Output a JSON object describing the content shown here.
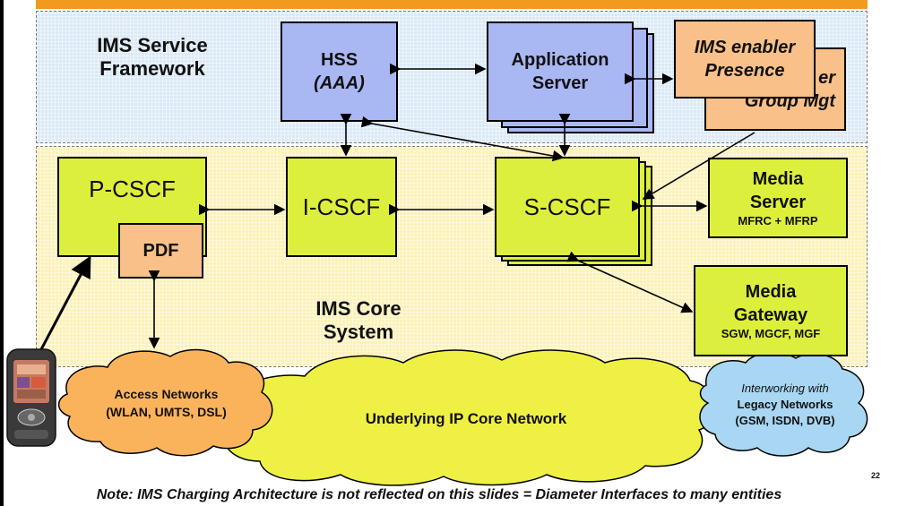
{
  "zones": {
    "service": {
      "label_line1": "IMS Service",
      "label_line2": "Framework"
    },
    "core": {
      "label_line1": "IMS Core",
      "label_line2": "System"
    }
  },
  "nodes": {
    "hss": {
      "line1": "HSS",
      "line2": "(AAA)"
    },
    "app_server": {
      "line1": "Application",
      "line2": "Server"
    },
    "ims_enabler_front": {
      "line1": "IMS enabler",
      "line2": "Presence"
    },
    "ims_enabler_back": {
      "line1": "er",
      "line2": "Group Mgt"
    },
    "pcscf": {
      "label": "P-CSCF"
    },
    "pdf": {
      "label": "PDF"
    },
    "icscf": {
      "label": "I-CSCF"
    },
    "scscf": {
      "label": "S-CSCF"
    },
    "media_server": {
      "line1": "Media",
      "line2": "Server",
      "line3": "MFRC + MFRP"
    },
    "media_gateway": {
      "line1": "Media",
      "line2": "Gateway",
      "line3": "SGW, MGCF, MGF"
    }
  },
  "clouds": {
    "access": {
      "line1": "Access Networks",
      "line2": "(WLAN, UMTS, DSL)"
    },
    "core_ip": {
      "label": "Underlying IP Core Network"
    },
    "legacy": {
      "line1": "Interworking with",
      "line2": "Legacy Networks",
      "line3": "(GSM, ISDN, DVB)"
    }
  },
  "note": "Note: IMS Charging Architecture is not reflected on this slides = Diameter Interfaces to many entities",
  "page_number": "22",
  "colors": {
    "accent_orange": "#f29a1e",
    "hss_blue": "#a9b8f3",
    "node_yellow": "#ddef3d",
    "enabler_orange": "#f9c089",
    "access_cloud": "#fbb35b",
    "core_cloud": "#eef044",
    "legacy_cloud": "#a9d7f3"
  }
}
